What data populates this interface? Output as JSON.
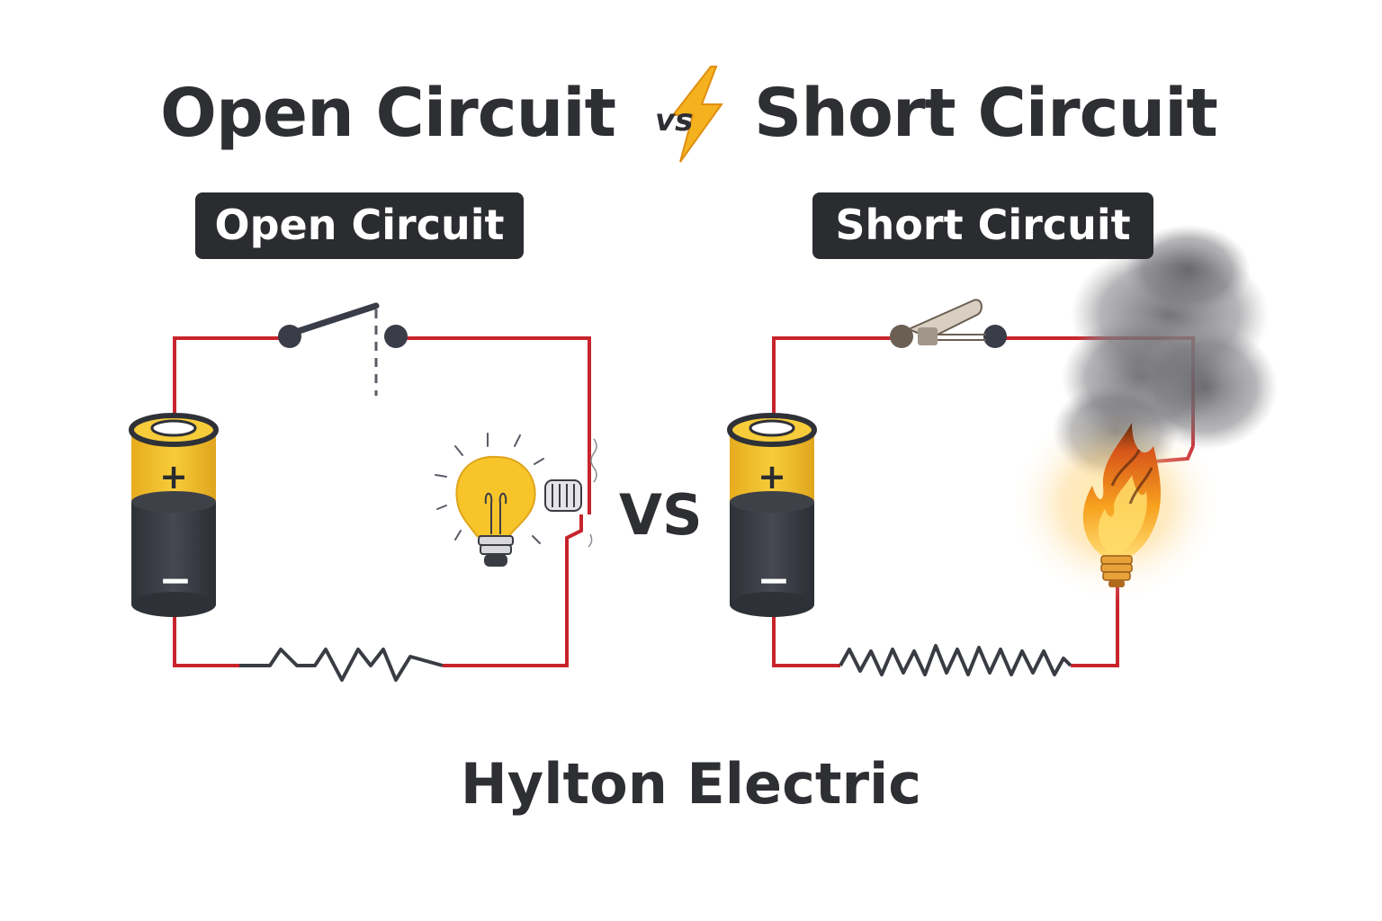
{
  "header": {
    "title_left": "Open Circuit",
    "title_vs": "vs",
    "title_right": "Short Circuit",
    "title_icon": "lightning-bolt-icon"
  },
  "panels": {
    "open": {
      "label": "Open Circuit",
      "battery_plus": "+",
      "battery_minus": "−"
    },
    "short": {
      "label": "Short Circuit",
      "battery_plus": "+",
      "battery_minus": "−"
    }
  },
  "center_vs": "VS",
  "footer": {
    "brand": "Hylton Electric"
  },
  "colors": {
    "wire": "#c8242c",
    "battery_top": "#f5c531",
    "battery_body": "#3a3c44",
    "label_bg": "#2b2c30",
    "text": "#2e2f33",
    "bulb": "#f7c52a",
    "flame": "#f39a1c",
    "smoke": "#6e6e70"
  }
}
